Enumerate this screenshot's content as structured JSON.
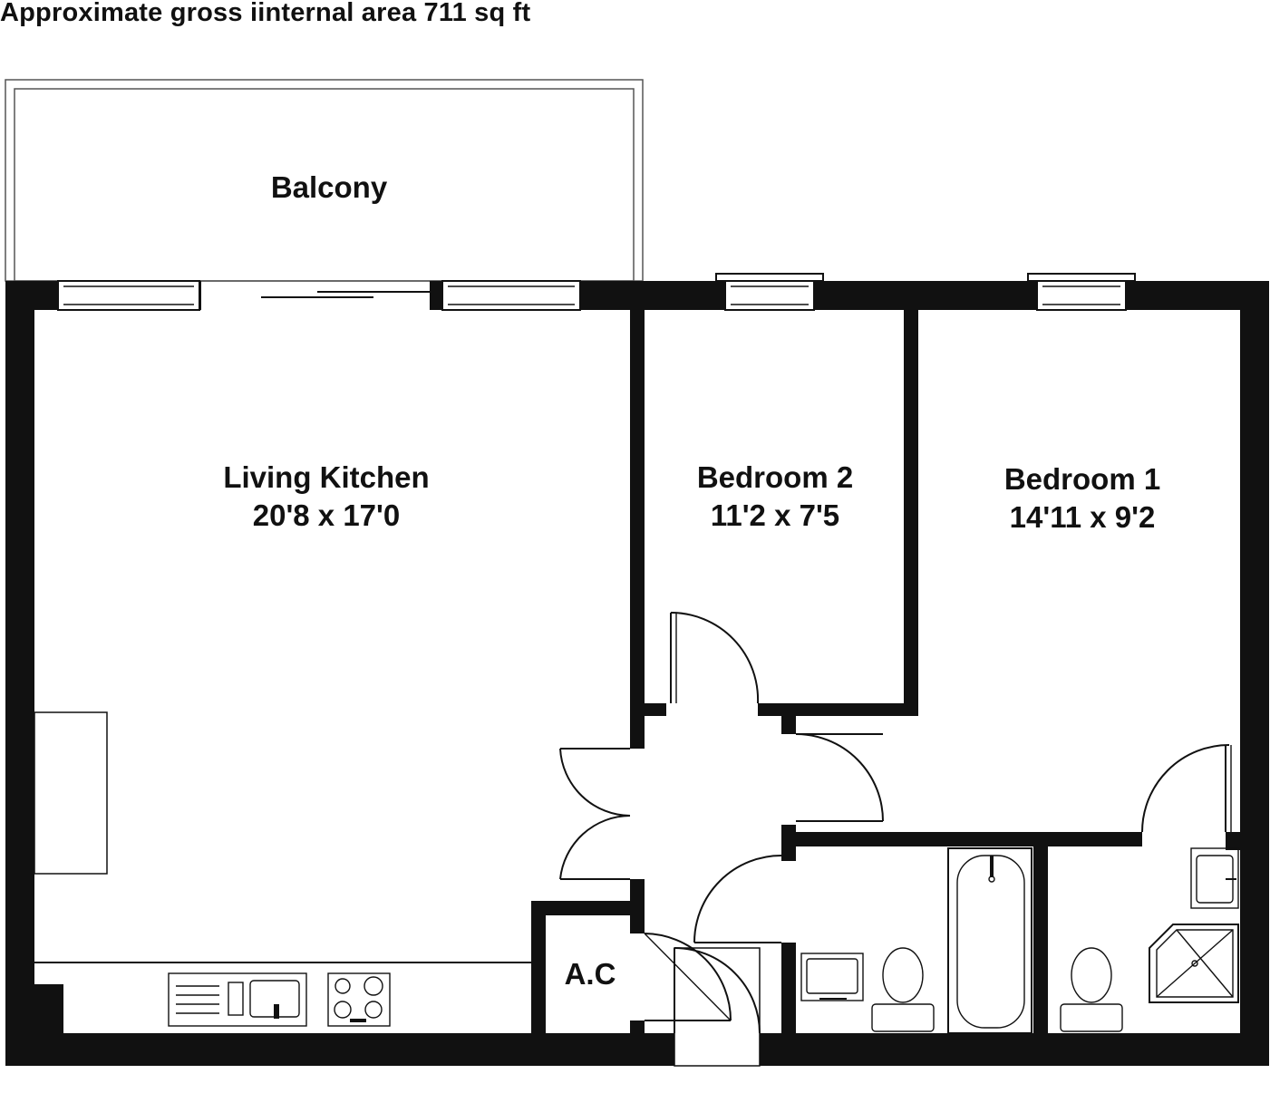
{
  "header": {
    "area_label": "Approximate gross iinternal area 711 sq ft"
  },
  "rooms": {
    "balcony": {
      "name": "Balcony"
    },
    "living_kitchen": {
      "name": "Living Kitchen",
      "dimensions": "20'8 x 17'0"
    },
    "bedroom_2": {
      "name": "Bedroom 2",
      "dimensions": "11'2 x 7'5"
    },
    "bedroom_1": {
      "name": "Bedroom 1",
      "dimensions": "14'11 x 9'2"
    },
    "airing_cupboard": {
      "name": "A.C"
    }
  },
  "colors": {
    "wall": "#111111",
    "background": "#ffffff"
  }
}
